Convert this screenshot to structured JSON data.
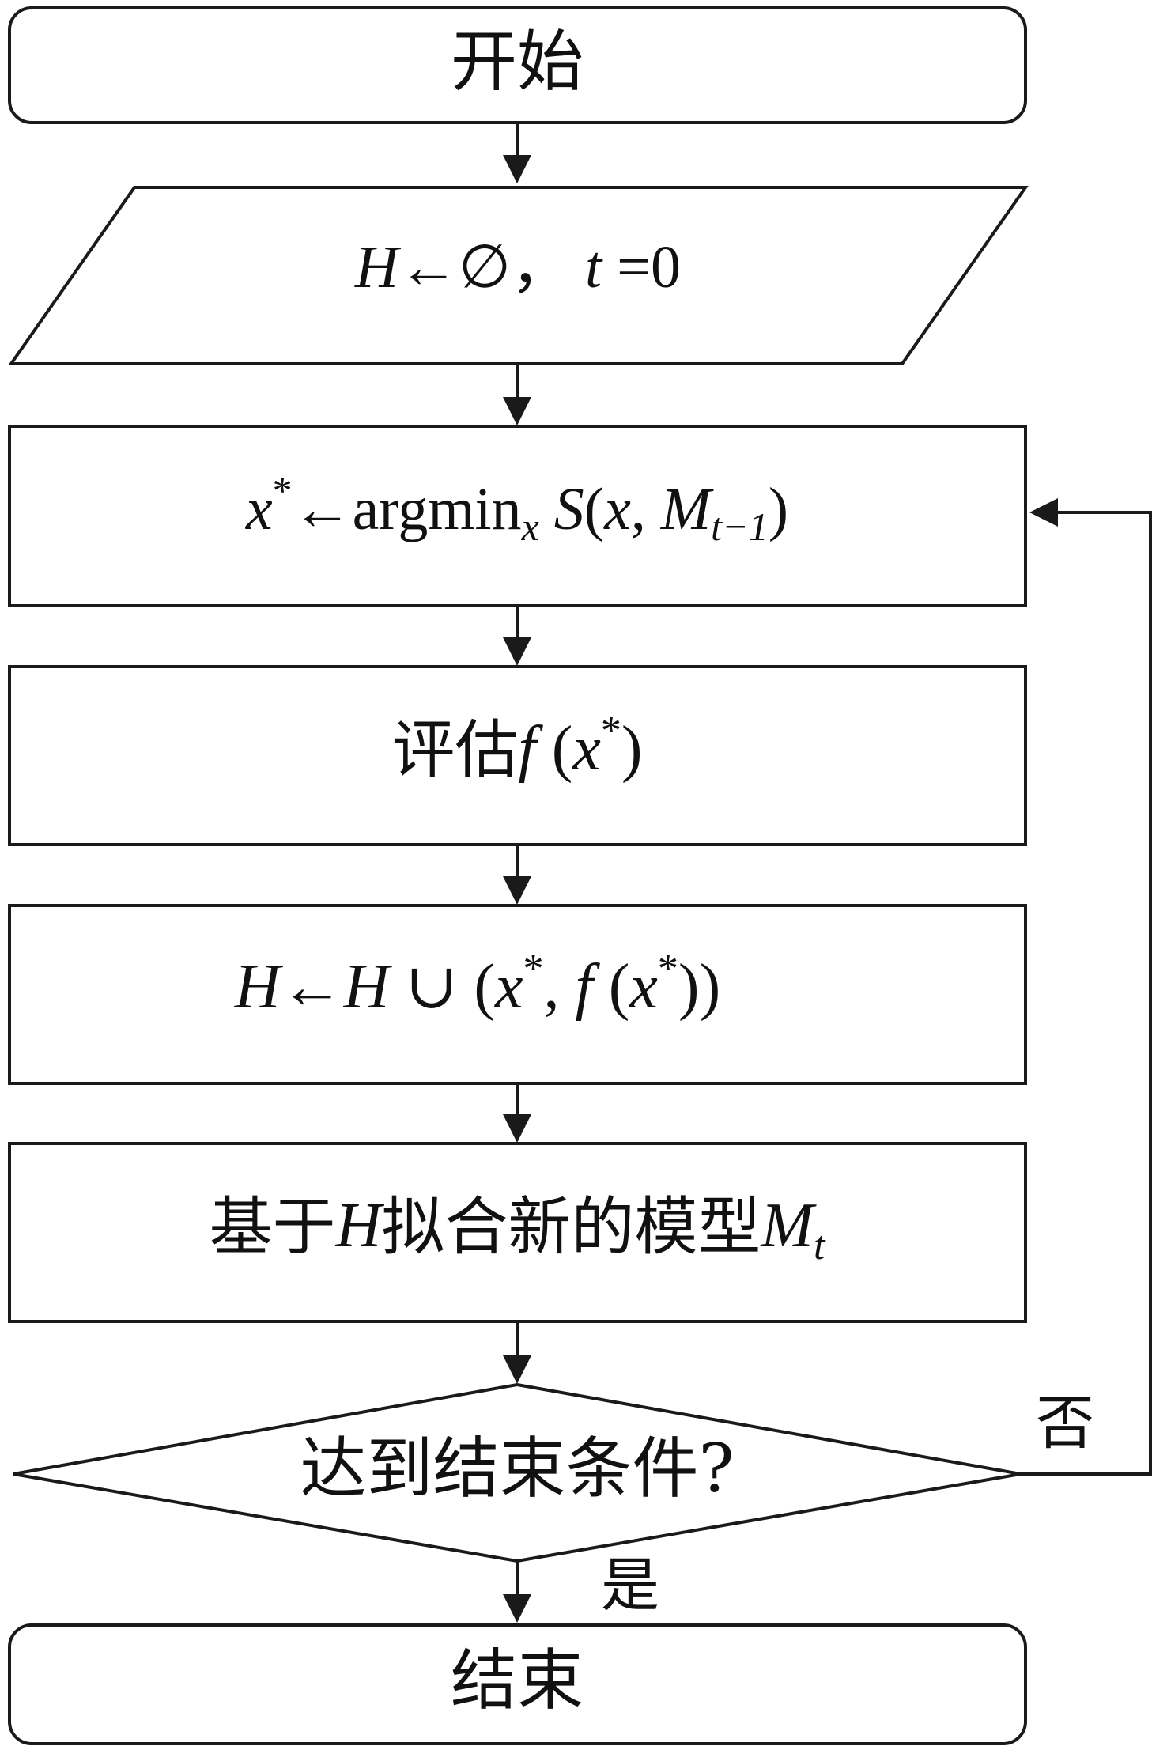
{
  "nodes": {
    "start": {
      "label": "开始"
    },
    "init": {
      "parts": [
        "H",
        "←∅，",
        "t",
        " =0"
      ]
    },
    "select": {
      "parts": [
        "x",
        "*",
        "←argmin",
        "x",
        " S",
        "(",
        "x",
        ", ",
        "M",
        "t−1",
        ")"
      ]
    },
    "evaluate": {
      "parts": [
        "评估",
        "f",
        " (",
        "x",
        "*",
        ")"
      ]
    },
    "update": {
      "parts": [
        "H",
        "←",
        "H",
        " ∪ (",
        "x",
        "*",
        ", ",
        "f",
        " (",
        "x",
        "*",
        "))"
      ]
    },
    "fit": {
      "parts": [
        "基于",
        "H",
        "拟合新的模型",
        "M",
        "t"
      ]
    },
    "decision": {
      "label": "达到结束条件?"
    },
    "end": {
      "label": "结束"
    }
  },
  "branches": {
    "no": "否",
    "yes": "是"
  },
  "colors": {
    "stroke": "#1a1a1a",
    "fill": "#ffffff",
    "text": "#111111"
  }
}
